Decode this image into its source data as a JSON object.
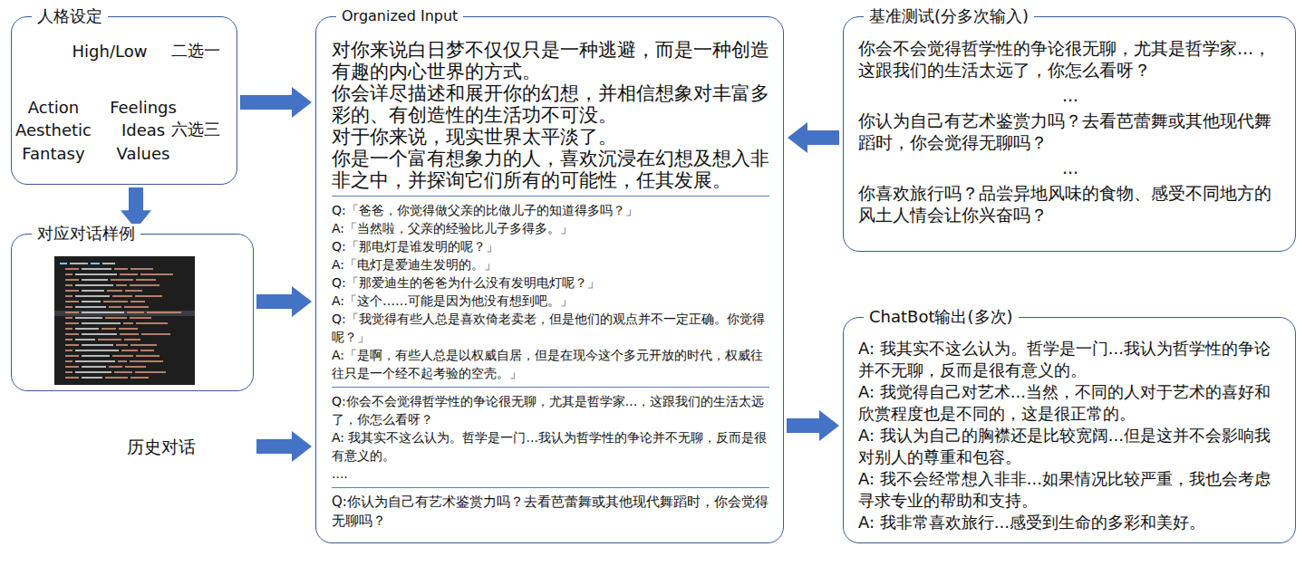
{
  "diagram": {
    "nodes": [
      {
        "text": [
          "人格设定",
          "High/Low",
          "二选一",
          "Action",
          "Feelings",
          "Aesthetic",
          "Ideas",
          "Fantasy",
          "Values",
          "六选三"
        ]
      },
      {
        "text": [
          "对应对话样例"
        ]
      },
      {
        "text": [
          "历史对话"
        ]
      },
      {
        "text": [
          "Organized Input",
          "对你来说白日梦不仅仅只是一种逃避，而是一种创造有趣的内心世界的方式。",
          "你会详尽描述和展开你的幻想，并相信想象对丰富多彩的、有创造性的生活功不可没。",
          "对于你来说，现实世界太平淡了。",
          "你是一个富有想象力的人，喜欢沉浸在幻想及想入非非之中，并探询它们所有的可能性，任其发展。",
          "Q:「爸爸，你觉得做父亲的比做儿子的知道得多吗？」",
          "A:「当然啦，父亲的经验比儿子多得多。」",
          "Q:「那电灯是谁发明的呢？」",
          "A:「电灯是爱迪生发明的。」",
          "Q:「那爱迪生的爸爸为什么没有发明电灯呢？」",
          "A:「这个……可能是因为他没有想到吧。」",
          "Q:「我觉得有些人总是喜欢倚老卖老，但是他们的观点并不一定正确。你觉得呢？」",
          "A:「是啊，有些人总是以权威自居，但是在现今这个多元开放的时代，权威往往只是一个经不起考验的空壳。」",
          "Q:你会不会觉得哲学性的争论很无聊，尤其是哲学家...，这跟我们的生活太远了，你怎么看呀？",
          "A: 我其实不这么认为。哲学是一门...我认为哲学性的争论并不无聊，反而是很有意义的。",
          "....",
          "Q:你认为自己有艺术鉴赏力吗？去看芭蕾舞或其他现代舞蹈时，你会觉得无聊吗？"
        ]
      },
      {
        "text": [
          "基准测试(分多次输入)",
          "你会不会觉得哲学性的争论很无聊，尤其是哲学家...，这跟我们的生活太远了，你怎么看呀？",
          "...",
          "你认为自己有艺术鉴赏力吗？去看芭蕾舞或其他现代舞蹈时，你会觉得无聊吗？",
          "...",
          "你喜欢旅行吗？品尝异地风味的食物、感受不同地方的风土人情会让你兴奋吗？"
        ]
      },
      {
        "text": [
          "ChatBot输出(多次)",
          "A: 我其实不这么认为。哲学是一门...我认为哲学性的争论并不无聊，反而是很有意义的。",
          "A: 我觉得自己对艺术...当然，不同的人对于艺术的喜好和欣赏程度也是不同的，这是很正常的。",
          "A: 我认为自己的胸襟还是比较宽阔...但是这并不会影响我对别人的尊重和包容。",
          "A: 我不会经常想入非非...如果情况比较严重，我也会考虑寻求专业的帮助和支持。",
          "A: 我非常喜欢旅行...感受到生命的多彩和美好。"
        ]
      }
    ],
    "edges": [
      {
        "from": 0,
        "to": 3,
        "arrow": "to"
      },
      {
        "from": 0,
        "to": 1,
        "arrow": "to"
      },
      {
        "from": 1,
        "to": 3,
        "arrow": "to"
      },
      {
        "from": 2,
        "to": 3,
        "arrow": "to"
      },
      {
        "from": 4,
        "to": 3,
        "arrow": "to"
      },
      {
        "from": 3,
        "to": 5,
        "arrow": "to"
      }
    ]
  }
}
